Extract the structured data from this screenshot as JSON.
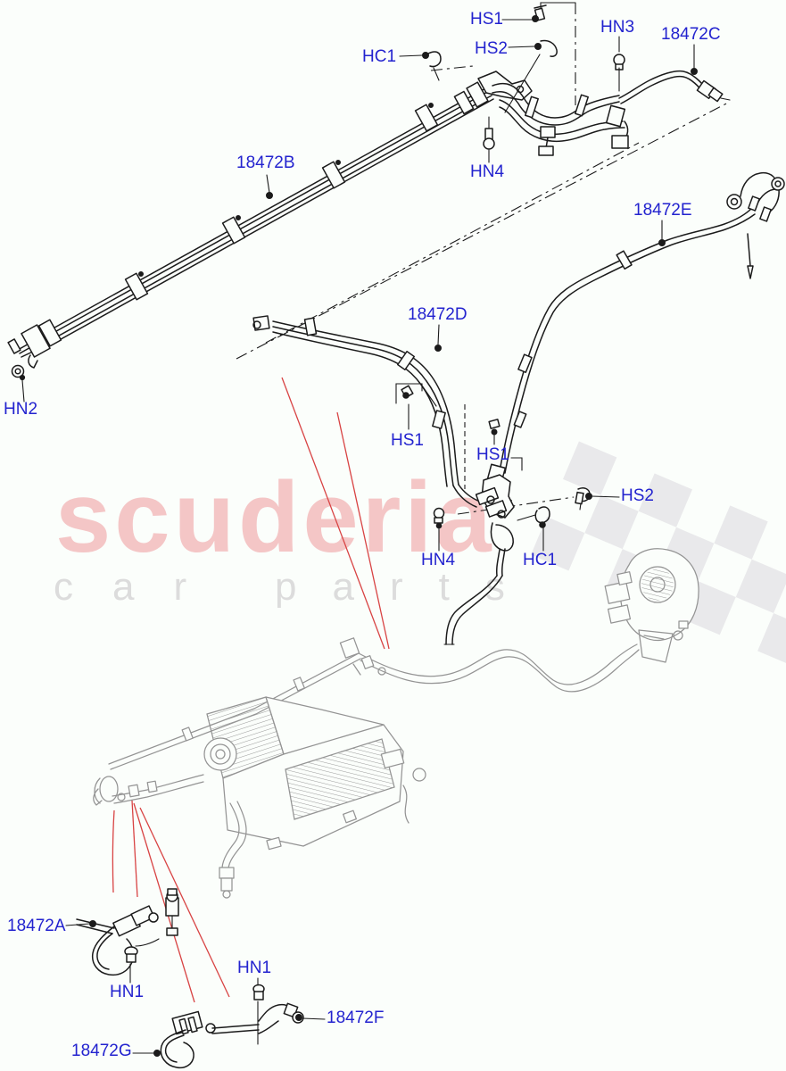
{
  "diagram": {
    "kind": "automotive-parts-exploded-diagram",
    "subject": "heater hoses and pipes"
  },
  "colors": {
    "background": "#fbfefb",
    "label_blue": "#2323cf",
    "line_black": "#1b1b1b",
    "ghost_gray": "#949494",
    "leader_red": "#d84343",
    "watermark_pink": "#f4c6c6",
    "watermark_gray": "#dcdcdc",
    "checker_gray": "#e9e9eb"
  },
  "watermark": {
    "brand": "scuderia",
    "sub_left": "car",
    "sub_right": "parts",
    "flag_icon": "checkered-flag"
  },
  "labels": [
    {
      "id": "HS1-top",
      "text": "HS1"
    },
    {
      "id": "HC1-top",
      "text": "HC1"
    },
    {
      "id": "HS2-top",
      "text": "HS2"
    },
    {
      "id": "HN3",
      "text": "HN3"
    },
    {
      "id": "18472C",
      "text": "18472C"
    },
    {
      "id": "HN4-top",
      "text": "HN4"
    },
    {
      "id": "18472B",
      "text": "18472B"
    },
    {
      "id": "18472E",
      "text": "18472E"
    },
    {
      "id": "18472D",
      "text": "18472D"
    },
    {
      "id": "HN2",
      "text": "HN2"
    },
    {
      "id": "HS1-mid-left",
      "text": "HS1"
    },
    {
      "id": "HS1-mid",
      "text": "HS1"
    },
    {
      "id": "HS2-mid",
      "text": "HS2"
    },
    {
      "id": "HN4-mid",
      "text": "HN4"
    },
    {
      "id": "HC1-mid",
      "text": "HC1"
    },
    {
      "id": "18472A",
      "text": "18472A"
    },
    {
      "id": "HN1-left",
      "text": "HN1"
    },
    {
      "id": "HN1-right",
      "text": "HN1"
    },
    {
      "id": "18472F",
      "text": "18472F"
    },
    {
      "id": "18472G",
      "text": "18472G"
    }
  ]
}
